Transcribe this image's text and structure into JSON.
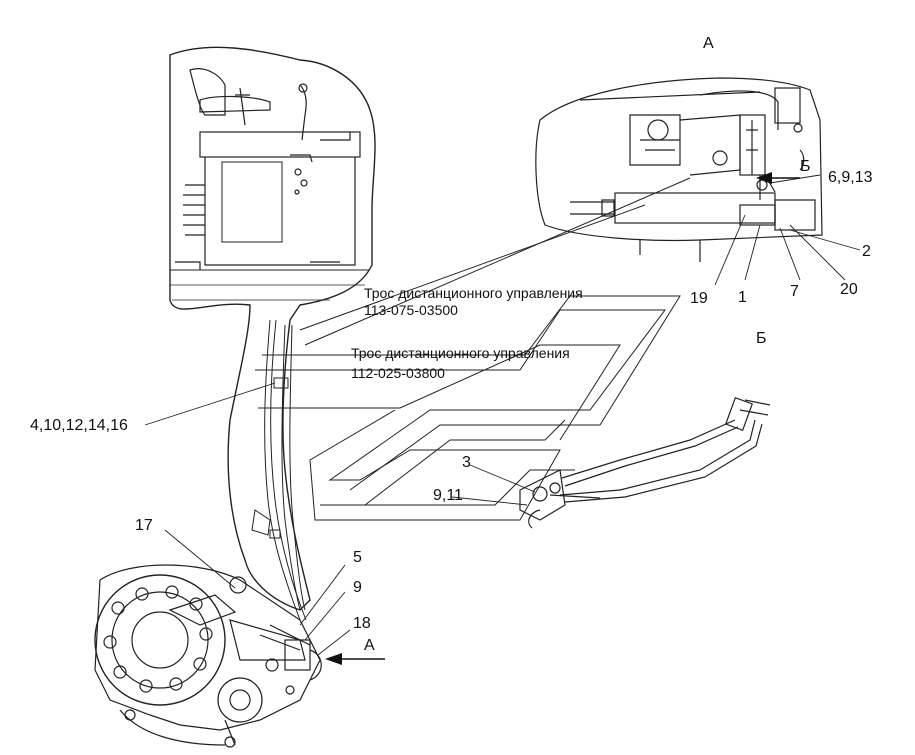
{
  "view_labels": {
    "view_a": "А",
    "view_b": "Б",
    "arrow_a": "А",
    "arrow_b": "Б"
  },
  "callouts": {
    "cable1_title": "Трос дистанционного управления",
    "cable1_code": "113-075-03500",
    "cable2_title": "Трос дистанционного управления",
    "cable2_code": "112-025-03800",
    "p_6_9_13": "6,9,13",
    "p_2": "2",
    "p_19": "19",
    "p_1": "1",
    "p_7": "7",
    "p_20": "20",
    "p_4_10_12_14_16": "4,10,12,14,16",
    "p_3": "3",
    "p_9_11": "9,11",
    "p_17": "17",
    "p_5": "5",
    "p_9": "9",
    "p_18": "18"
  }
}
